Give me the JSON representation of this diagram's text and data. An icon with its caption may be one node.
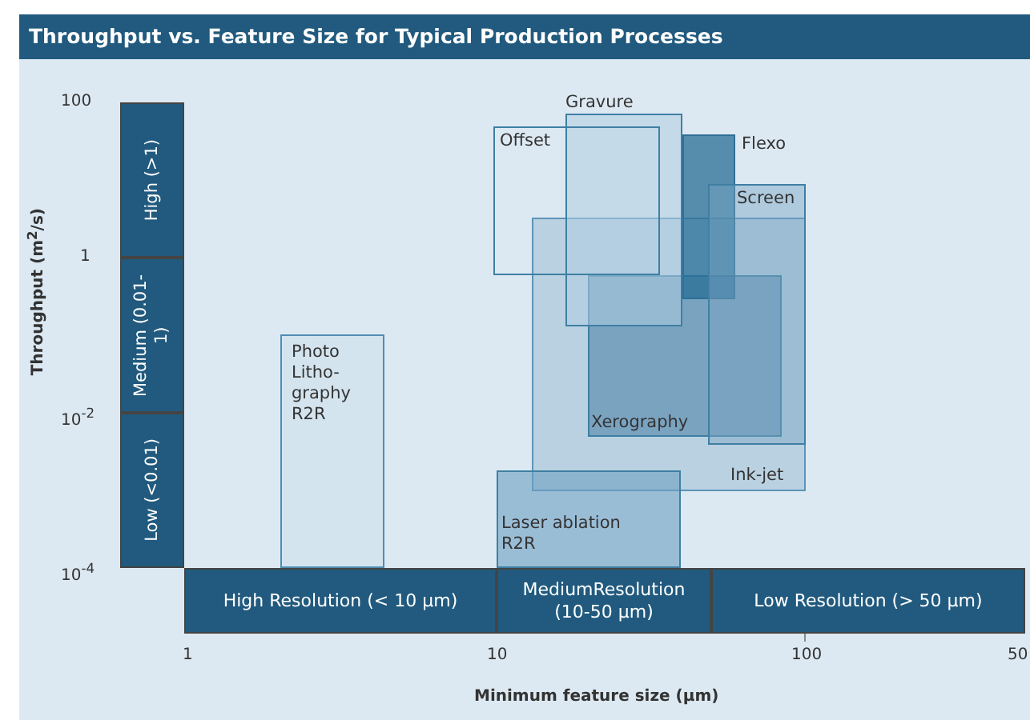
{
  "diagram": {
    "title": "Throughput vs. Feature Size for Typical Production Processes",
    "nodes": [
      {
        "text": [
          "High (>1)"
        ]
      },
      {
        "text": [
          "Medium (0.01-1)"
        ]
      },
      {
        "text": [
          "Low (<0.01)"
        ]
      },
      {
        "text": [
          "Gravure"
        ]
      },
      {
        "text": [
          "Offset"
        ]
      },
      {
        "text": [
          "Flexo"
        ]
      },
      {
        "text": [
          "Screen"
        ]
      },
      {
        "text": [
          "Photo Litho-graphy R2R"
        ]
      },
      {
        "text": [
          "Xerography"
        ],
        "in": 9
      },
      {
        "text": [
          "Ink-jet"
        ]
      },
      {
        "text": [
          "Laser ablation R2R"
        ]
      },
      {
        "text": [
          "High Resolution (< 10 µm)"
        ]
      },
      {
        "text": [
          "MediumResolution (10-50 µm)"
        ]
      },
      {
        "text": [
          "Low Resolution (> 50 µm)"
        ]
      }
    ],
    "edges": [],
    "labels": [
      "100",
      "Throughput (m$^{2}$/s)",
      "1",
      "10$^{-2}$",
      "10$^{-4}$",
      "1",
      "10",
      "100",
      "50",
      "Minimum feature size (µm)"
    ]
  }
}
